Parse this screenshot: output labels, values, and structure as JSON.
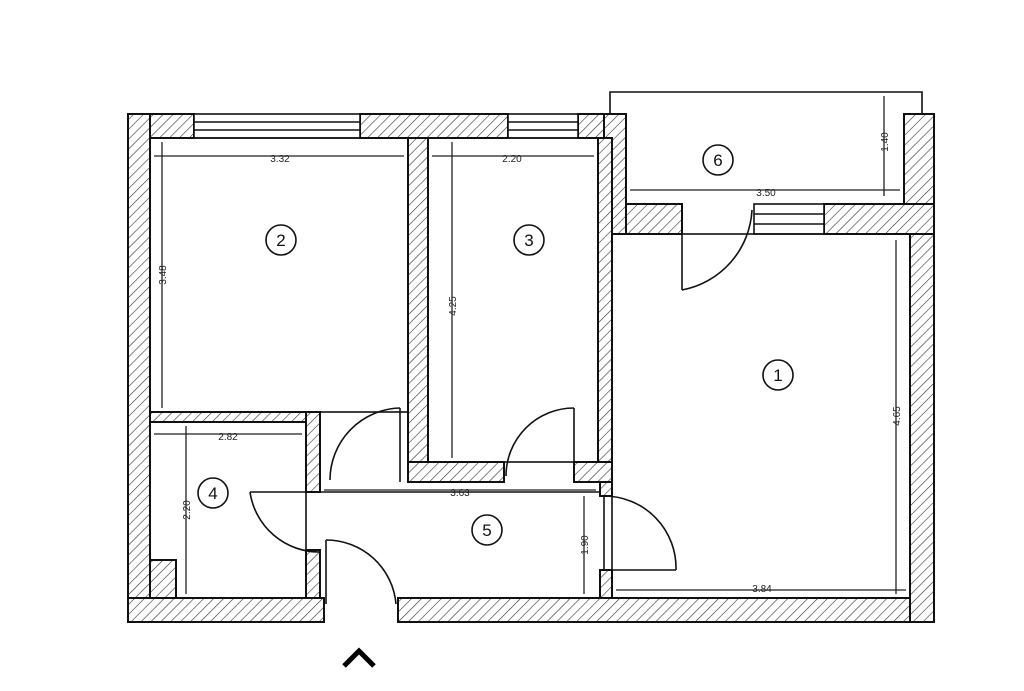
{
  "rooms": [
    {
      "number": "1"
    },
    {
      "number": "2"
    },
    {
      "number": "3"
    },
    {
      "number": "4"
    },
    {
      "number": "5"
    },
    {
      "number": "6"
    }
  ],
  "dimensions": {
    "room2_width": "3.32",
    "room2_height": "3.48",
    "room3_width": "2.20",
    "room3_height": "4.25",
    "room6_width": "3.50",
    "room6_depth": "1.40",
    "room1_height": "4.65",
    "room1_width": "3.84",
    "room4_width": "2.82",
    "room4_height": "2.20",
    "hall_width": "3.63",
    "hall_depth": "1.90"
  },
  "entrance_marker": "^"
}
